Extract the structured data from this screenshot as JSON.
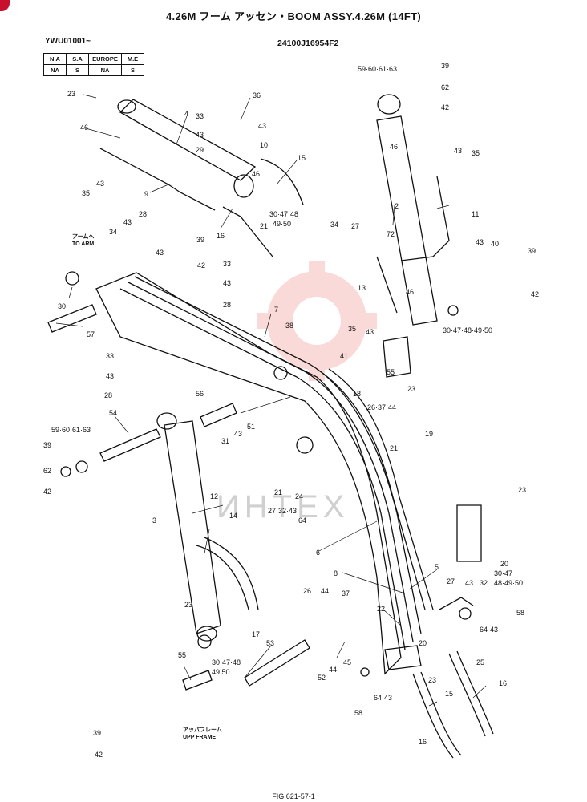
{
  "header": {
    "title": "4.26M フーム アッセン・BOOM ASSY.4.26M (14FT)",
    "serial": "YWU01001~",
    "part_number": "24100J16954F2"
  },
  "applicability": {
    "headers": [
      "N.A",
      "S.A",
      "EUROPE",
      "M.E"
    ],
    "values": [
      "NA",
      "S",
      "NA",
      "S"
    ]
  },
  "notes": {
    "to_arm_jp": "アームへ",
    "to_arm": "TO ARM",
    "upper_frame_jp": "アッパフレーム",
    "upper_frame": "UPP FRAME"
  },
  "watermark": "ИНТЕХ",
  "figure_ref": "FIG 621-57-1",
  "callouts": {
    "c23a": "23",
    "c36": "36",
    "c4": "4",
    "c46a": "46",
    "c33a": "33",
    "c43a": "43",
    "c43b": "43",
    "c29": "29",
    "c10": "10",
    "c15a": "15",
    "c46b": "46",
    "c9": "9",
    "c35a": "35",
    "c43c": "43",
    "c30474849a": "30·47·48",
    "c4950a": "49·50",
    "c21a": "21",
    "c16a": "16",
    "c28a": "28",
    "c43d": "43",
    "c34a": "34",
    "c39a": "39",
    "c43e": "43",
    "c42a": "42",
    "c33b": "33",
    "c43f": "43",
    "c28b": "28",
    "c7": "7",
    "c30b": "30",
    "c57": "57",
    "c38": "38",
    "c33c": "33",
    "c43g": "43",
    "c28c": "28",
    "c41": "41",
    "c18": "18",
    "c56": "56",
    "c54": "54",
    "c59606163a": "59·60·61·63",
    "c39b": "39",
    "c62a": "62",
    "c42b": "42",
    "c31": "31",
    "c43h": "43",
    "c51": "51",
    "c21b": "21",
    "c24": "24",
    "c27-32-43": "27·32·43",
    "c64a": "64",
    "c12": "12",
    "c3": "3",
    "c14": "14",
    "c26-37-44": "26·37·44",
    "c19": "19",
    "c21c": "21",
    "c6": "6",
    "c59606163b": "59·60·61·63",
    "c39c": "39",
    "c62b": "62",
    "c42c": "42",
    "c46c": "46",
    "c43i": "43",
    "c35b": "35",
    "c2": "2",
    "c11": "11",
    "c34b": "34",
    "c27a": "27",
    "c72": "72",
    "c43j": "43",
    "c40": "40",
    "c39d": "39",
    "c42d": "42",
    "c13": "13",
    "c46d": "46",
    "c35c": "35",
    "c43k": "43",
    "c3047484950": "30·47·48·49·50",
    "c55a": "55",
    "c23b": "23",
    "c23c": "23",
    "c20a": "20",
    "c30474849b": "30·47",
    "c484950": "48·49·50",
    "c27b": "27",
    "c43l": "43",
    "c32": "32",
    "c58a": "58",
    "c64-43a": "64·43",
    "c8": "8",
    "c5": "5",
    "c22": "22",
    "c20b": "20",
    "c25": "25",
    "c26": "26",
    "c44a": "44",
    "c37": "37",
    "c23d": "23",
    "c17": "17",
    "c53": "53",
    "c45": "45",
    "c44b": "44",
    "c52": "52",
    "c23e": "23",
    "c15b": "15",
    "c16b": "16",
    "c16c": "16",
    "c55b": "55",
    "c30474849c": "30·47·48",
    "c4950b": "49 50",
    "c64-43b": "64·43",
    "c58b": "58",
    "c39e": "39",
    "c42e": "42"
  },
  "colors": {
    "line": "#111111",
    "watermark": "#e8392b",
    "corner": "#c8102e"
  }
}
